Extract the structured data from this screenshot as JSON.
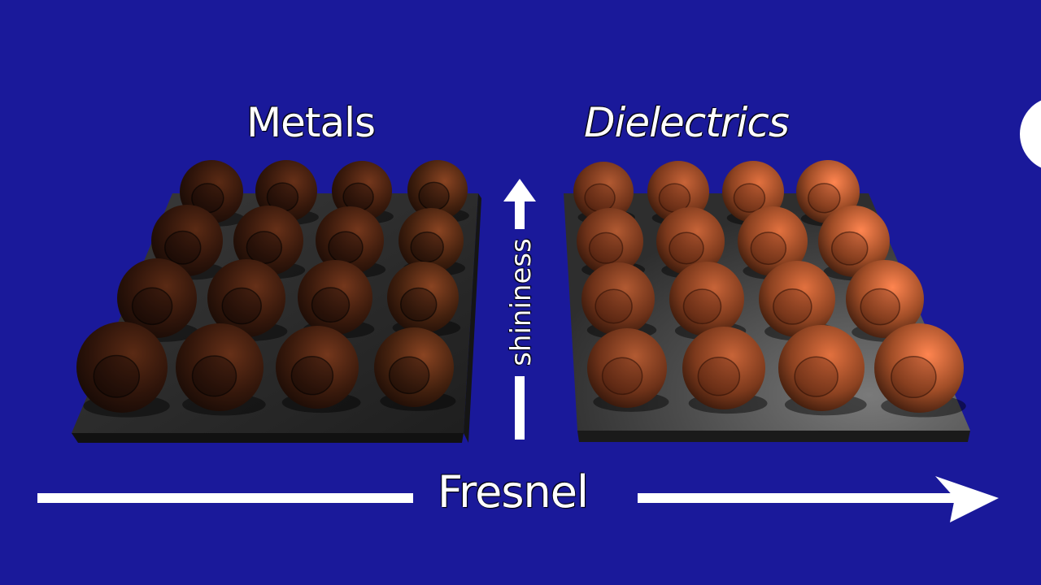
{
  "titles": {
    "metals": "Metals",
    "dielectrics": "Dielectrics"
  },
  "axes": {
    "horizontal": "Fresnel",
    "vertical": "shininess"
  },
  "colors": {
    "background": "#1a199a",
    "plate_left": "#2a2a2a",
    "plate_right": "#5a5a5a",
    "metal_sphere": "#6b3218",
    "dielectric_sphere": "#d86a3c",
    "arrow": "#ffffff"
  },
  "grid": {
    "rows": 4,
    "columns": 4
  }
}
